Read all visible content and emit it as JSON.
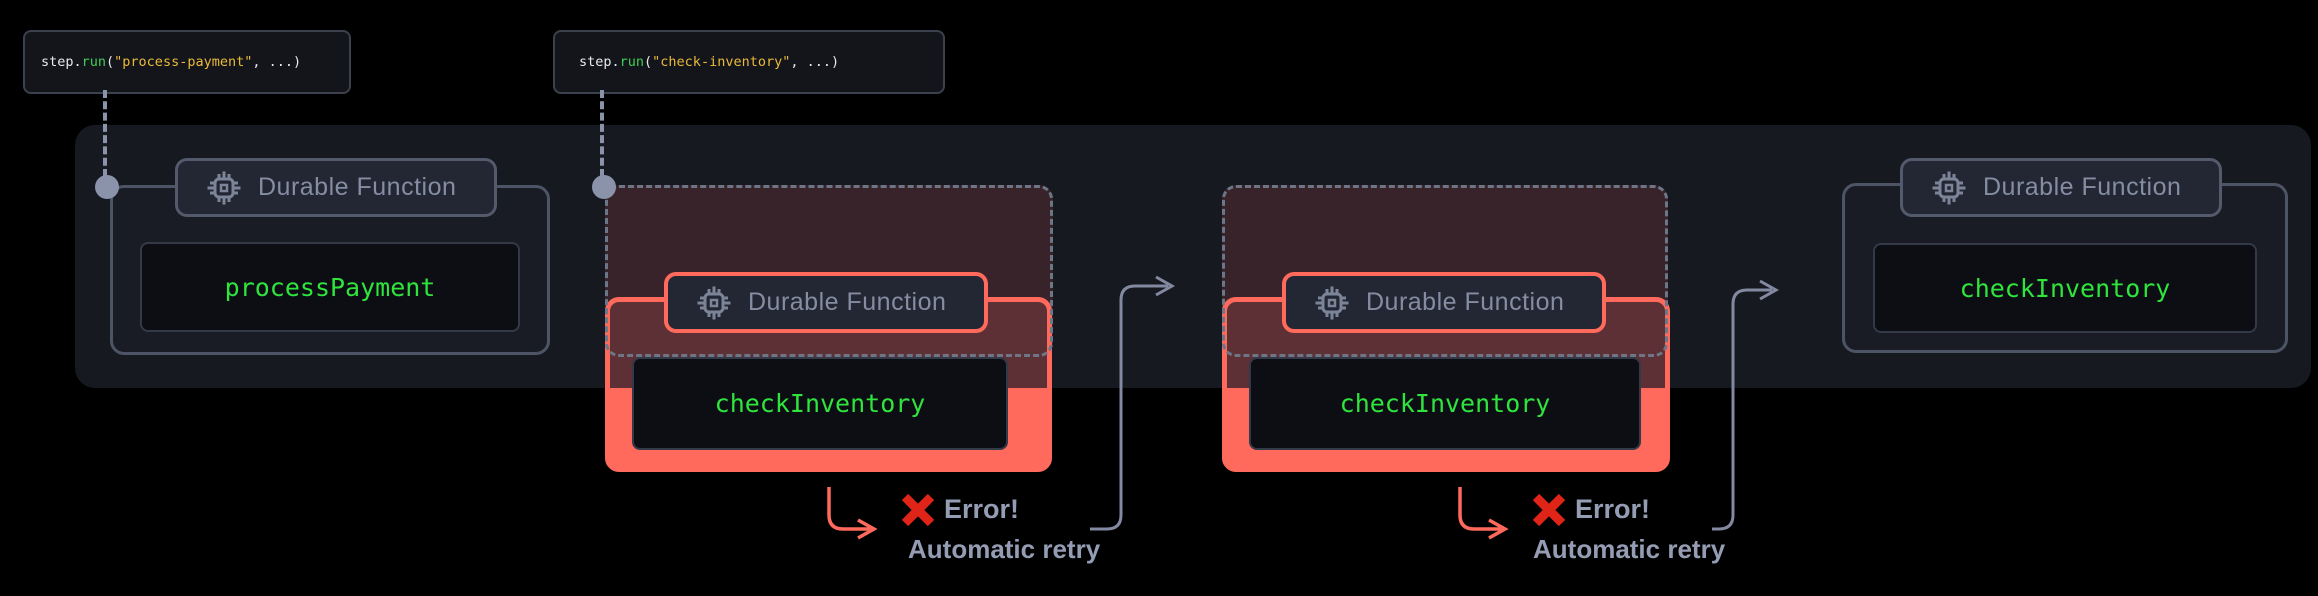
{
  "colors": {
    "accent_salmon": "#FF6A5C",
    "success_green": "#2FE43D",
    "string_gold": "#EABA3A",
    "keyword_green": "#3FCF57",
    "slate": "#8B93AB",
    "error_red": "#E02418",
    "panel_bg": "#16191F"
  },
  "code_labels": [
    {
      "object": "step.",
      "function": "run",
      "paren_open": "(",
      "argument": "\"process-payment\"",
      "paren_close": ", ...)"
    },
    {
      "object": "step.",
      "function": "run",
      "paren_open": "(",
      "argument": "\"check-inventory\"",
      "paren_close": ", ...)"
    }
  ],
  "functions": [
    {
      "badge": "Durable Function",
      "name": "processPayment"
    },
    {
      "badge": "Durable Function",
      "name": "checkInventory"
    },
    {
      "badge": "Durable Function",
      "name": "checkInventory"
    },
    {
      "badge": "Durable Function",
      "name": "checkInventory"
    }
  ],
  "errors": [
    {
      "title": "Error!",
      "subtitle": "Automatic retry"
    },
    {
      "title": "Error!",
      "subtitle": "Automatic retry"
    }
  ]
}
